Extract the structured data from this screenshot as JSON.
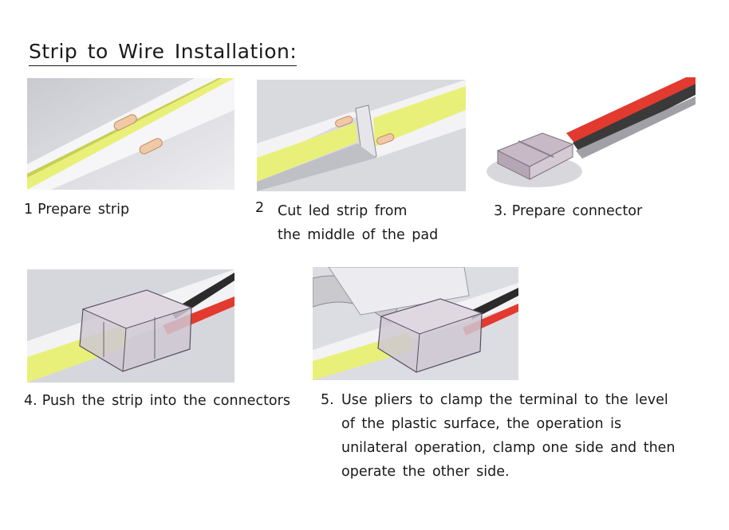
{
  "title": "Strip to Wire Installation:",
  "colors": {
    "strip_yellow": "#e9f07a",
    "red_wire": "#e23a2e",
    "black_wire": "#2b2b2b",
    "pad_copper": "#f0c9a6",
    "board_white": "#f3f3f6",
    "panel_bg": "#dcdde2"
  },
  "steps": [
    {
      "number": "1",
      "lines": [
        "Prepare strip"
      ]
    },
    {
      "number": "2",
      "lines": [
        "Cut led strip from",
        "the middle of the pad"
      ]
    },
    {
      "number": "3.",
      "lines": [
        "Prepare connector"
      ]
    },
    {
      "number": "4.",
      "lines": [
        "Push the strip into the connectors"
      ]
    },
    {
      "number": "5.",
      "lines": [
        "Use pliers to clamp the terminal to the level",
        "of the plastic surface, the operation is",
        "unilateral operation, clamp one side and then",
        "operate the other side."
      ]
    }
  ]
}
